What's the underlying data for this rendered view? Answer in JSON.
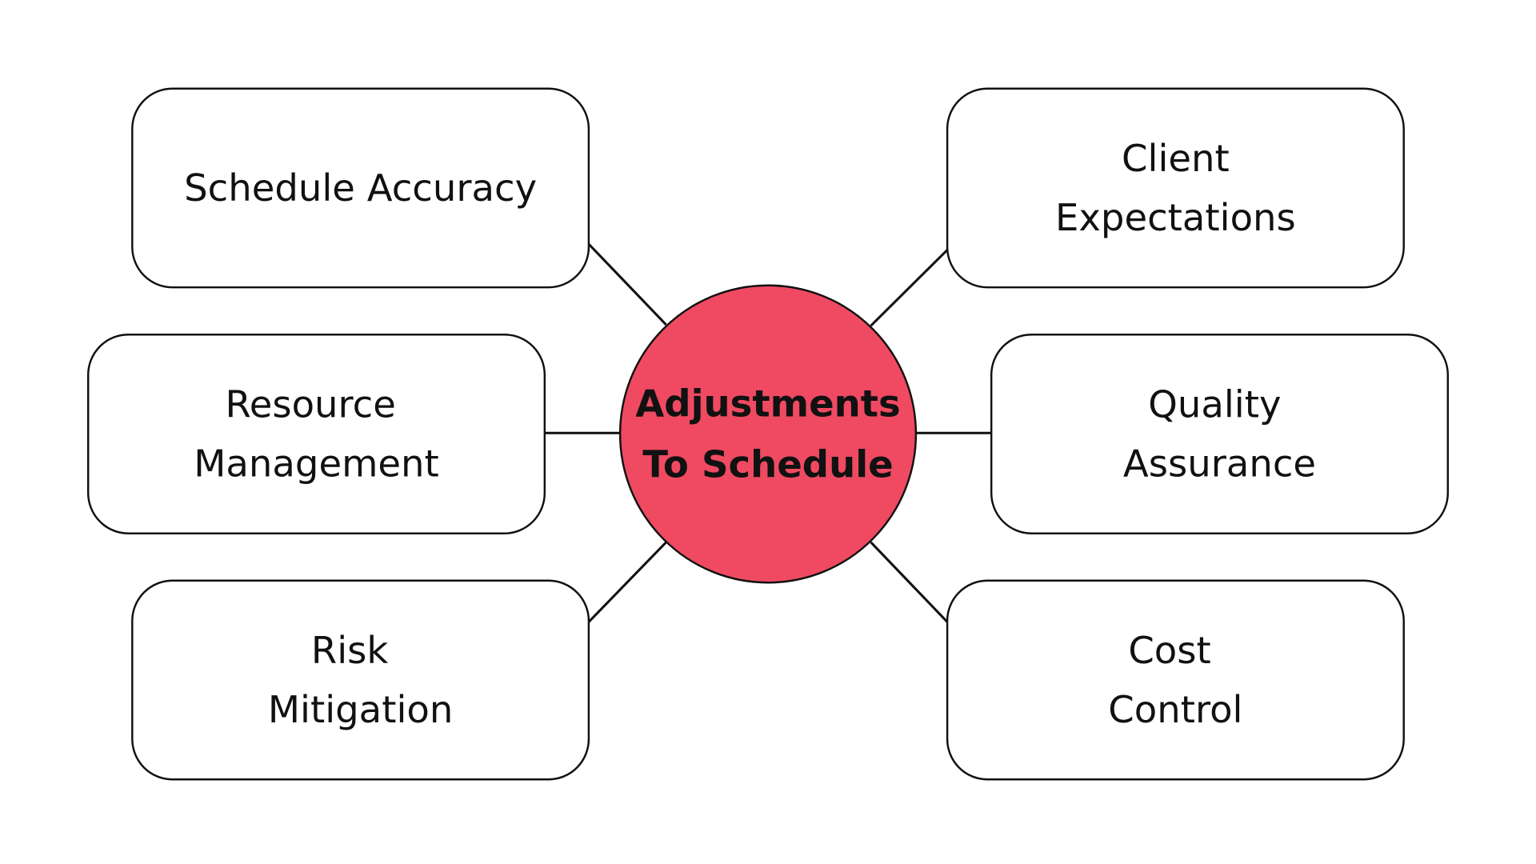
{
  "diagram": {
    "title": "Adjustments To Schedule",
    "hub": {
      "line1": "Adjustments",
      "line2": "To Schedule",
      "fill_color": "#EF4A62"
    },
    "nodes": [
      {
        "id": "schedule-accuracy",
        "lines": [
          "Schedule Accuracy"
        ],
        "side": "left",
        "row": "top"
      },
      {
        "id": "resource-management",
        "lines": [
          "Resource",
          "Management"
        ],
        "side": "left",
        "row": "middle"
      },
      {
        "id": "risk-mitigation",
        "lines": [
          "Risk",
          "Mitigation"
        ],
        "side": "left",
        "row": "bottom"
      },
      {
        "id": "client-expectations",
        "lines": [
          "Client",
          "Expectations"
        ],
        "side": "right",
        "row": "top"
      },
      {
        "id": "quality-assurance",
        "lines": [
          "Quality",
          "Assurance"
        ],
        "side": "right",
        "row": "middle"
      },
      {
        "id": "cost-control",
        "lines": [
          "Cost",
          "Control"
        ],
        "side": "right",
        "row": "bottom"
      }
    ],
    "edges": [
      {
        "from": "hub",
        "to": "schedule-accuracy"
      },
      {
        "from": "hub",
        "to": "resource-management"
      },
      {
        "from": "hub",
        "to": "risk-mitigation"
      },
      {
        "from": "hub",
        "to": "client-expectations"
      },
      {
        "from": "hub",
        "to": "quality-assurance"
      },
      {
        "from": "hub",
        "to": "cost-control"
      }
    ]
  }
}
